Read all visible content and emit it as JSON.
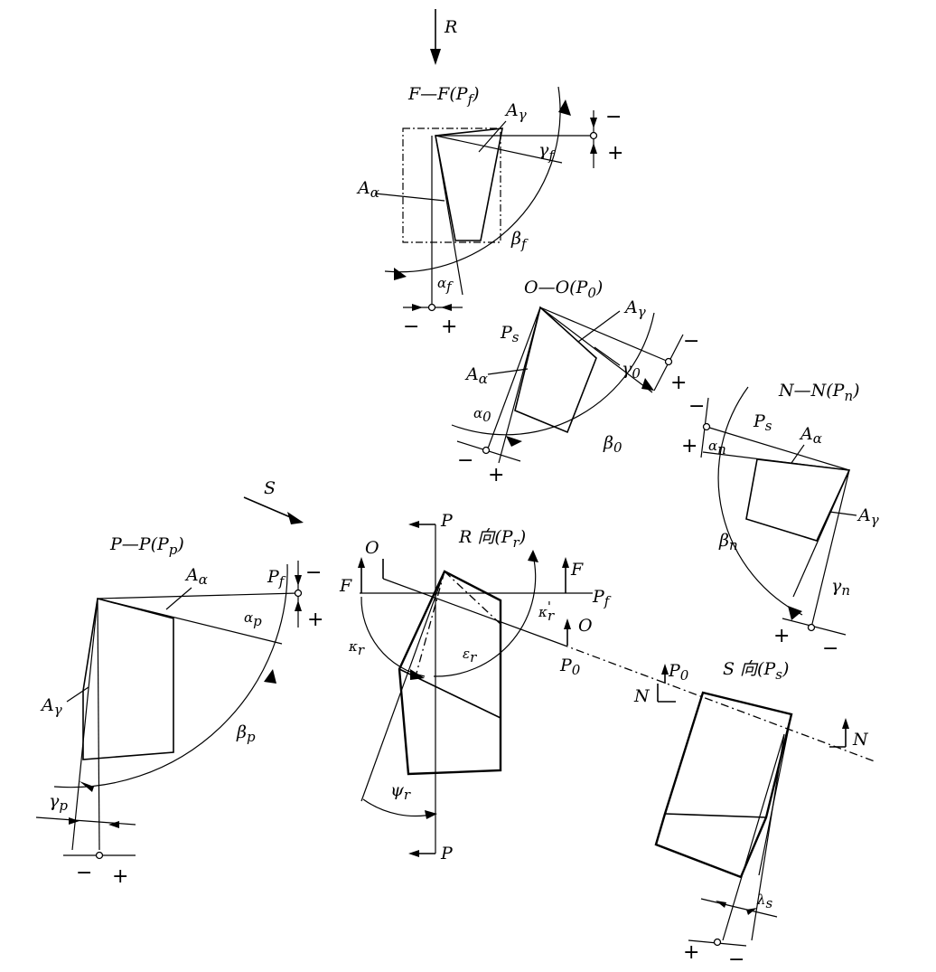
{
  "labels": {
    "R_dir": "R",
    "S_dir": "S",
    "ff_title": "F—F(P",
    "ff_sub": "f",
    "ff_close": ")",
    "oo_title": "O—O(P",
    "oo_sub": "0",
    "oo_close": ")",
    "nn_title": "N—N(P",
    "nn_sub": "n",
    "nn_close": ")",
    "pp_title": "P—P(P",
    "pp_sub": "p",
    "pp_close": ")",
    "r_view": "R 向(P",
    "r_sub": "r",
    "r_close": ")",
    "s_view": "S 向(P",
    "s_sub": "s",
    "s_close": ")",
    "A": "A",
    "gamma": "γ",
    "alpha_sub": "α",
    "f": "f",
    "zero": "0",
    "n": "n",
    "p": "p",
    "s": "s",
    "r": "r",
    "beta": "β",
    "alpha": "α",
    "P": "P",
    "F": "F",
    "O": "O",
    "N": "N",
    "kappa": "κ",
    "epsilon": "ε",
    "psi": "ψ",
    "lambda": "λ",
    "prime": "'",
    "minus": "−",
    "plus": "+"
  }
}
